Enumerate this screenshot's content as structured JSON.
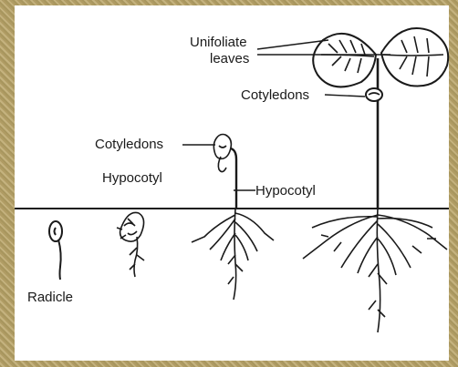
{
  "labels": {
    "unifoliate_line1": "Unifoliate",
    "unifoliate_line2": "leaves",
    "cotyledons_stage4": "Cotyledons",
    "cotyledons_stage3": "Cotyledons",
    "hypocotyl_stage2": "Hypocotyl",
    "hypocotyl_stage3": "Hypocotyl",
    "radicle": "Radicle"
  },
  "colors": {
    "border": "#b8a878",
    "ink": "#1a1a1a",
    "background": "#ffffff"
  }
}
